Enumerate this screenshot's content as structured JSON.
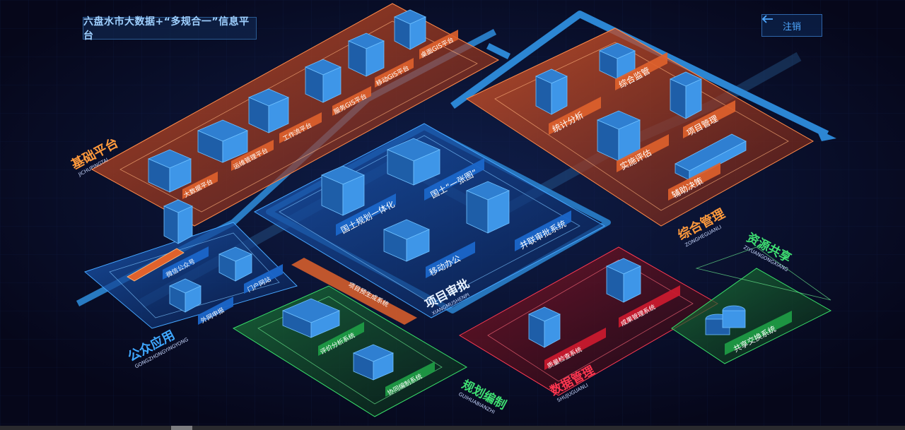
{
  "header": {
    "title": "六盘水市大数据+“多规合一”信息平台",
    "logout_label": "注销"
  },
  "colors": {
    "orange": "#e0622c",
    "blue": "#2a8ee6",
    "green": "#2fc05a",
    "red": "#e0243a",
    "background": "#07081a"
  },
  "zones": {
    "basic": {
      "title": "基础平台",
      "pinyin": "JICHUPINGTAI",
      "items": [
        "大数据平台",
        "运维管理平台",
        "工作流平台",
        "服务GIS平台",
        "移动GIS平台",
        "桌面GIS平台"
      ]
    },
    "comprehensive": {
      "title": "综合管理",
      "pinyin": "ZONGHEGUANLI",
      "items": [
        "统计分析",
        "综合监管",
        "项目管理",
        "实施评估",
        "辅助决策"
      ]
    },
    "project": {
      "title": "项目审批",
      "pinyin": "XIANGMUSHENPI",
      "items": [
        "国土“一张图”",
        "国土规划一体化",
        "并联审批系统",
        "移动办公",
        "项目预生成系统"
      ]
    },
    "public": {
      "title": "公众应用",
      "pinyin": "GONGZHONGYINGYONG",
      "items": [
        "微信公众号",
        "门户网站",
        "外网申报"
      ]
    },
    "planning": {
      "title": "规划编制",
      "pinyin": "GUIHUABIANZHI",
      "items": [
        "评价分析系统",
        "协同编制系统"
      ]
    },
    "data": {
      "title": "数据管理",
      "pinyin": "SHUJUGUANLI",
      "items": [
        "成果管理系统",
        "质量检查系统"
      ]
    },
    "resource": {
      "title": "资源共享",
      "pinyin": "ZIYUANGONGXIANG",
      "items": [
        "共享交换系统"
      ]
    }
  }
}
